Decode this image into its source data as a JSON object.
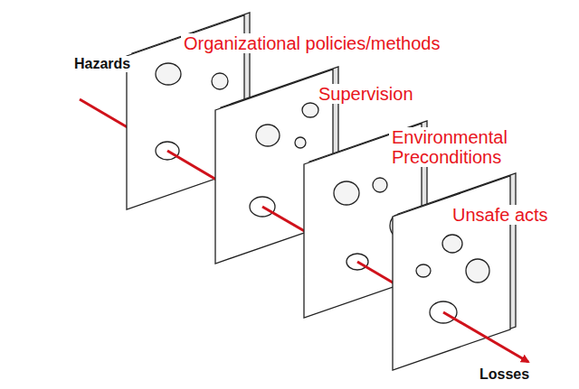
{
  "diagram": {
    "nodes": [
      {
        "text": [
          "Organizational policies/methods"
        ]
      },
      {
        "text": [
          "Supervision"
        ]
      },
      {
        "text": [
          "Environmental Preconditions"
        ]
      },
      {
        "text": [
          "Unsafe acts"
        ]
      }
    ],
    "labels": [
      "Hazards",
      "Losses"
    ]
  }
}
